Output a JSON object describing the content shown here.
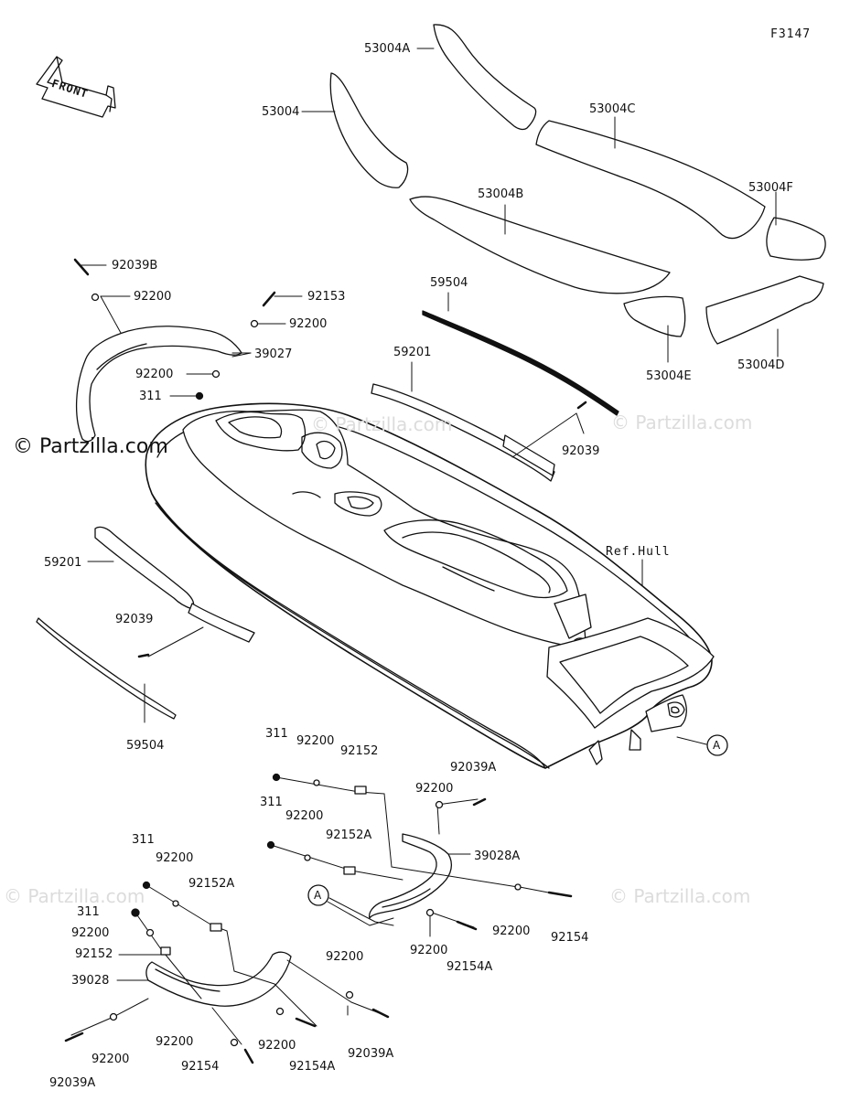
{
  "diagram": {
    "code": "F3147",
    "front_label": "FRONT",
    "brand": "© Partzilla.com",
    "watermark": "© Partzilla.com",
    "ref_hull": "Ref.Hull",
    "ref_marker": "A",
    "labels": {
      "l53004A": "53004A",
      "l53004": "53004",
      "l53004C": "53004C",
      "l53004F": "53004F",
      "l53004B": "53004B",
      "l53004E": "53004E",
      "l53004D": "53004D",
      "l92039B": "92039B",
      "l92200_a": "92200",
      "l92153": "92153",
      "l92200_b": "92200",
      "l39027": "39027",
      "l92200_c": "92200",
      "l311_a": "311",
      "l59504_top": "59504",
      "l59201_top": "59201",
      "l92039_top": "92039",
      "l59201_left": "59201",
      "l92039_left": "92039",
      "l59504_left": "59504",
      "r311_a": "311",
      "r92200_a": "92200",
      "r92152": "92152",
      "r92039A": "92039A",
      "r92200_b": "92200",
      "r311_b": "311",
      "r92200_c": "92200",
      "r92152A": "92152A",
      "r39028A": "39028A",
      "r92200_d": "92200",
      "r92154": "92154",
      "r92200_e": "92200",
      "r92154A": "92154A",
      "b311_a": "311",
      "b92200_a": "92200",
      "b92152A": "92152A",
      "b311_b": "311",
      "b92200_b": "92200",
      "b92152": "92152",
      "b39028": "39028",
      "b92200_c": "92200",
      "b92200_d": "92200",
      "b92039A_a": "92039A",
      "b92200_e": "92200",
      "b92154": "92154",
      "b92200_f": "92200",
      "b92154A": "92154A",
      "b92039A_b": "92039A"
    }
  }
}
